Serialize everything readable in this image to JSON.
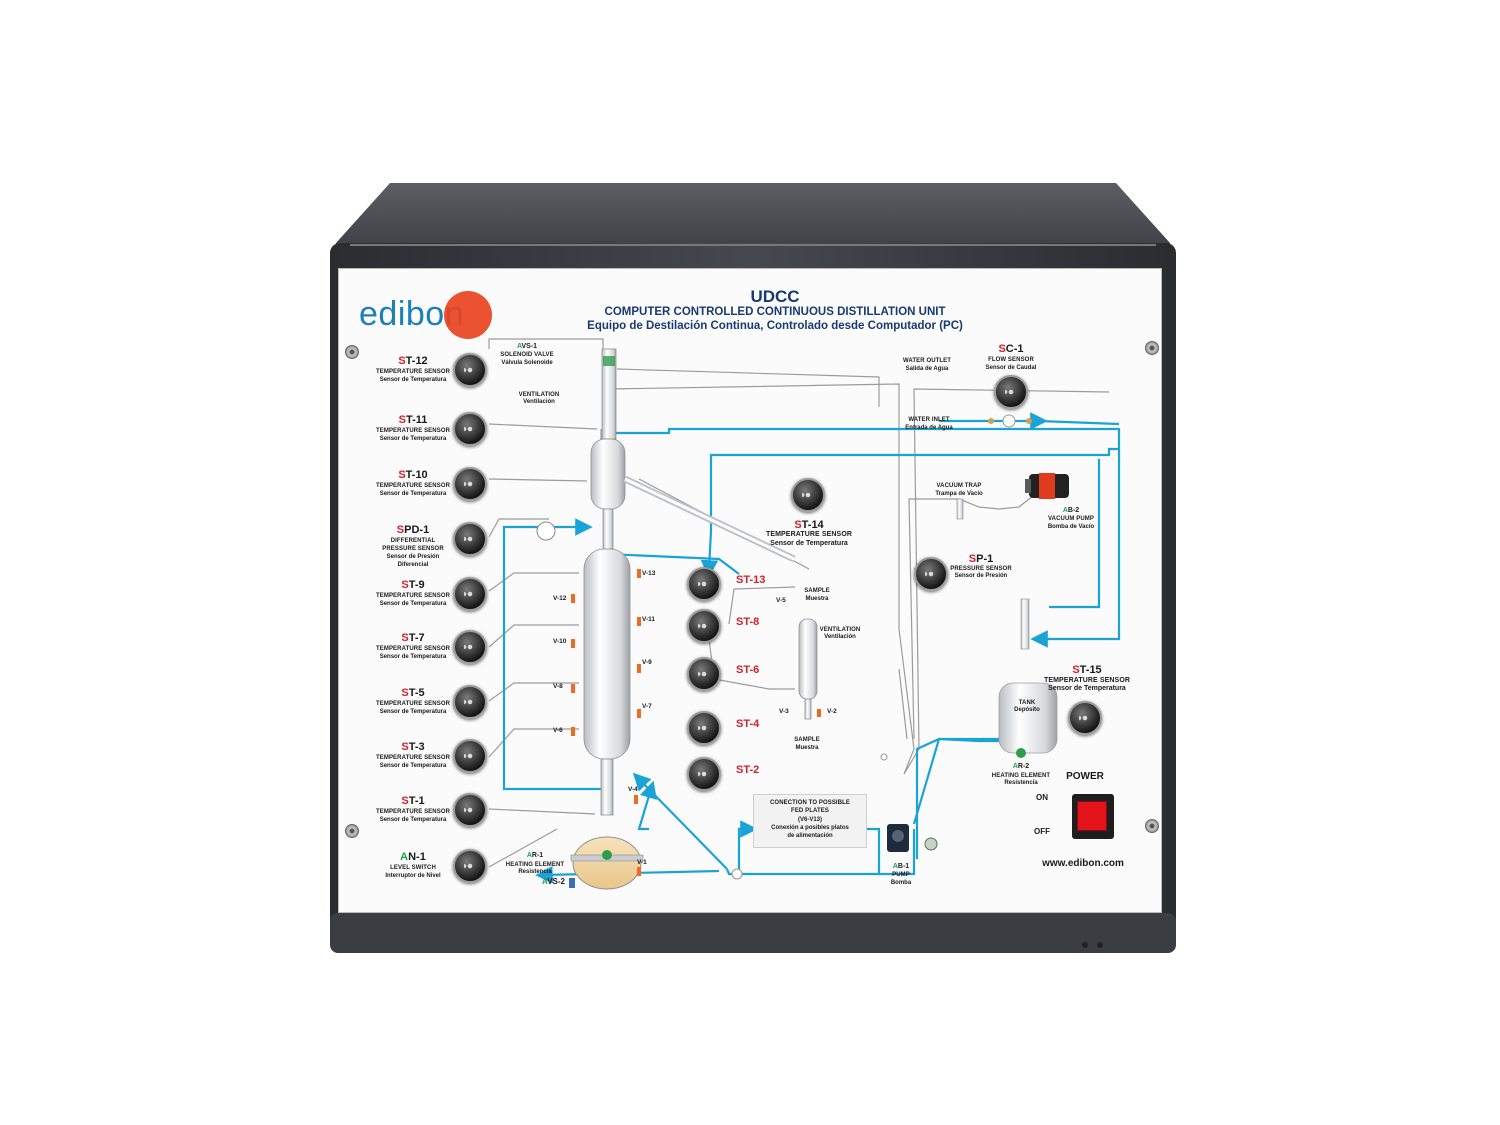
{
  "header": {
    "model": "UDCC",
    "title_en": "COMPUTER CONTROLLED CONTINUOUS DISTILLATION UNIT",
    "title_es": "Equipo de Destilación Continua, Controlado desde Computador (PC)"
  },
  "brand": {
    "logo_text": "edibon",
    "website": "www.edibon.com"
  },
  "colors": {
    "pipe": "#1aa3d6",
    "tag_red": "#d3212c",
    "tag_green": "#17a34a",
    "cabinet": "#3d3f43",
    "power_button": "#e3131b"
  },
  "left_sensors": [
    {
      "prefix": "S",
      "code": "T-12",
      "en": "TEMPERATURE SENSOR",
      "es": "Sensor de Temperatura"
    },
    {
      "prefix": "S",
      "code": "T-11",
      "en": "TEMPERATURE SENSOR",
      "es": "Sensor de Temperatura"
    },
    {
      "prefix": "S",
      "code": "T-10",
      "en": "TEMPERATURE SENSOR",
      "es": "Sensor de Temperatura"
    },
    {
      "prefix": "S",
      "code": "PD-1",
      "en": "DIFFERENTIAL PRESSURE SENSOR",
      "es": "Sensor de Presión Diferencial"
    },
    {
      "prefix": "S",
      "code": "T-9",
      "en": "TEMPERATURE SENSOR",
      "es": "Sensor de Temperatura"
    },
    {
      "prefix": "S",
      "code": "T-7",
      "en": "TEMPERATURE SENSOR",
      "es": "Sensor de Temperatura"
    },
    {
      "prefix": "S",
      "code": "T-5",
      "en": "TEMPERATURE SENSOR",
      "es": "Sensor de Temperatura"
    },
    {
      "prefix": "S",
      "code": "T-3",
      "en": "TEMPERATURE SENSOR",
      "es": "Sensor de Temperatura"
    },
    {
      "prefix": "S",
      "code": "T-1",
      "en": "TEMPERATURE SENSOR",
      "es": "Sensor de Temperatura"
    },
    {
      "prefix": "A",
      "code": "N-1",
      "en": "LEVEL SWITCH",
      "es": "Interruptor de Nivel"
    }
  ],
  "column_sensors": [
    "ST-13",
    "ST-8",
    "ST-6",
    "ST-4",
    "ST-2"
  ],
  "valves_left": [
    "V-12",
    "V-10",
    "V-8",
    "V-6"
  ],
  "valves_right": [
    "V-13",
    "V-11",
    "V-9",
    "V-7"
  ],
  "avs1": {
    "prefix": "A",
    "code": "VS-1",
    "en": "SOLENOID VALVE",
    "es": "Válvula Solenoide"
  },
  "ventilation_top": {
    "en": "VENTILATION",
    "es": "Ventilación"
  },
  "water_outlet": {
    "en": "WATER OUTLET",
    "es": "Salida de Agua"
  },
  "water_inlet": {
    "en": "WATER INLET",
    "es": "Entrada de Agua"
  },
  "sc1": {
    "prefix": "S",
    "code": "C-1",
    "en": "FLOW SENSOR",
    "es": "Sensor de Caudal"
  },
  "st14": {
    "prefix": "S",
    "code": "T-14",
    "en": "TEMPERATURE SENSOR",
    "es": "Sensor de Temperatura"
  },
  "vacuum_trap": {
    "en": "VACUUM TRAP",
    "es": "Trampa de Vacío"
  },
  "ab2": {
    "prefix": "A",
    "code": "B-2",
    "en": "VACUUM PUMP",
    "es": "Bomba de Vacío"
  },
  "sp1": {
    "prefix": "S",
    "code": "P-1",
    "en": "PRESSURE SENSOR",
    "es": "Sensor de Presión"
  },
  "sample_top": {
    "valve": "V-5",
    "en": "SAMPLE",
    "es": "Muestra"
  },
  "ventilation_mid": {
    "en": "VENTILATION",
    "es": "Ventilación"
  },
  "sample_bottom": {
    "valve_left": "V-3",
    "valve_right": "V-2",
    "en": "SAMPLE",
    "es": "Muestra"
  },
  "st15": {
    "prefix": "S",
    "code": "T-15",
    "en": "TEMPERATURE SENSOR",
    "es": "Sensor de Temperatura"
  },
  "tank": {
    "en": "TANK",
    "es": "Depósito"
  },
  "ar2": {
    "prefix": "A",
    "code": "R-2",
    "en": "HEATING ELEMENT",
    "es": "Resistencia"
  },
  "power": {
    "label": "POWER",
    "on": "ON",
    "off": "OFF"
  },
  "feed_box": {
    "line1": "CONECTION TO POSSIBLE",
    "line2": "FED PLATES",
    "line3": "(V6-V13)",
    "line4": "Conexión a posibles platos",
    "line5": "de alimentación"
  },
  "ab1": {
    "prefix": "A",
    "code": "B-1",
    "en": "PUMP",
    "es": "Bomba"
  },
  "ar1": {
    "prefix": "A",
    "code": "R-1",
    "en": "HEATING ELEMENT",
    "es": "Resistencia"
  },
  "avs2": {
    "prefix": "A",
    "code": "VS-2"
  },
  "v1": "V-1",
  "v4": "V-4"
}
